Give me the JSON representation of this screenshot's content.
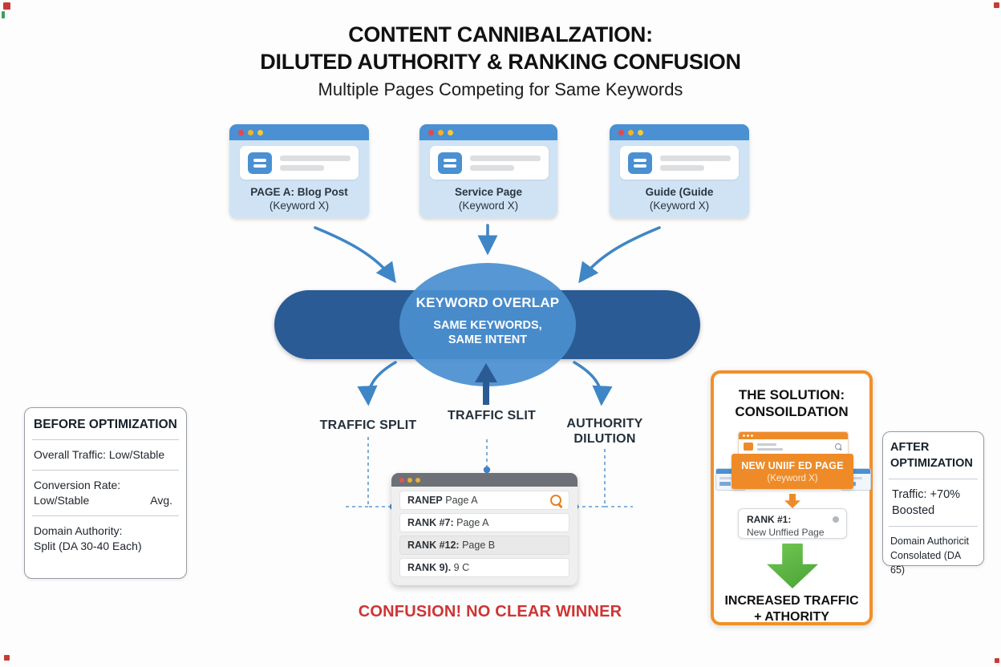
{
  "header": {
    "title_line1": "CONTENT CANNIBALZATION:",
    "title_line2": "DILUTED AUTHORITY & RANKING CONFUSION",
    "subtitle": "Multiple Pages Competing for Same Keywords"
  },
  "pages": [
    {
      "name": "PAGE A: Blog Post",
      "keyword": "(Keyword X)"
    },
    {
      "name": "Service Page",
      "keyword": "(Keyword X)"
    },
    {
      "name": "Guide (Guide",
      "keyword": "(Keyword X)"
    }
  ],
  "overlap": {
    "title": "KEYWORD OVERLAP",
    "subtitle_line1": "SAME KEYWORDS,",
    "subtitle_line2": "SAME INTENT"
  },
  "effects": {
    "left": "TRAFFIC SPLIT",
    "center": "TRAFFIC SLIT",
    "right_line1": "AUTHORITY",
    "right_line2": "DILUTION"
  },
  "serp": {
    "query_bold": "RANEP",
    "query_rest": " Page A",
    "rows": [
      {
        "rank": "RANK #7:",
        "page": " Page A"
      },
      {
        "rank": "RANK #12:",
        "page": " Page B"
      },
      {
        "rank": "RANK 9).",
        "page": " 9 C"
      }
    ]
  },
  "verdict": "CONFUSION! NO CLEAR WINNER",
  "before_box": {
    "title": "BEFORE OPTIMIZATION",
    "traffic": "Overall Traffic: Low/Stable",
    "conversion_label": "Conversion Rate:",
    "conversion_value": "Low/Stable",
    "conversion_suffix": "Avg.",
    "authority_label": "Domain Authority:",
    "authority_value": "Split (DA 30-40 Each)"
  },
  "solution_box": {
    "title_line1": "THE SOLUTION:",
    "title_line2": "CONSOILDATION",
    "banner_line1": "NEW UNIIF ED PAGE",
    "banner_line2": "(Keyword X)",
    "rank_label": "RANK #1:",
    "rank_page": "New Unffied Page",
    "result_line1": "INCREASED TRAFFIC",
    "result_line2": "+ ATHORITY"
  },
  "after_box": {
    "title_line1": "AFTER",
    "title_line2": "OPTIMIZATION",
    "traffic_line1": "Traffic: +70%",
    "traffic_line2": "Boosted",
    "authority_line1": "Domain Authoricit",
    "authority_line2": "Consolated (DA 65)"
  },
  "colors": {
    "primary_blue": "#4a90d2",
    "dark_blue": "#2b5b94",
    "arrow_blue": "#3f86c6",
    "card_body_blue": "#cfe3f4",
    "serp_bar_gray": "#6d7076",
    "orange": "#ee8b28",
    "green": "#57b846",
    "alert_red": "#ce3434"
  }
}
